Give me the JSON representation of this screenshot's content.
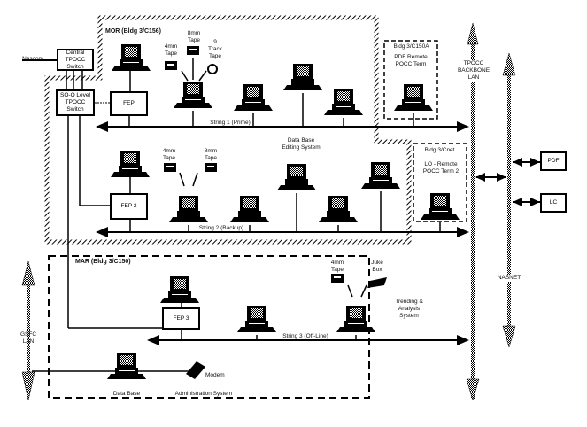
{
  "title": "TPOCC Network Configuration",
  "regions": {
    "mor": "MOR (Bldg 3/C156)",
    "mar": "MAR (Bldg 3/C150)",
    "bldg_a": "Bldg 3/C150A",
    "bldg_b": "Bldg 3/Cnet"
  },
  "boxes": {
    "central_switch": "Central\nTPOCC\nSwitch",
    "level_switch": "SO-O Level\nTPOCC\nSwitch",
    "fep1": "FEP",
    "fep2": "FEP 2",
    "fep3": "FEP 3",
    "pdf": "PDF",
    "lc": "LC"
  },
  "labels": {
    "nascom": "Nascom",
    "tape_4mm_a": "4mm\nTape",
    "tape_8mm_a": "8mm\nTape",
    "track_tape": "9\nTrack\nTape",
    "pdf_remote": "PDF Remote\nPOCC Term",
    "lo_remote": "LO - Remote\nPOCC Term 2",
    "tape_4mm_b": "4mm\nTape",
    "tape_8mm_b": "8mm\nTape",
    "database_system": "Data Base\nEditing System",
    "string1": "String 1 (Prime)",
    "string2": "String 2 (Backup)",
    "string3": "String 3 (Off-Line)",
    "tape_4mm_c": "4mm\nTape",
    "juke_box": "Juke\nBox",
    "trending": "Trending &\nAnalysis\nSystem",
    "gsfc_lan": "GSFC\nLAN",
    "modem": "Modem",
    "data_base": "Data Base",
    "admin_system": "Administration System",
    "backbone_lan": "TPOCC\nBACKBONE\nLAN",
    "nasnet": "NASNET"
  },
  "colors": {
    "ink": "#000000",
    "hatch": "#555555",
    "background": "#ffffff"
  }
}
